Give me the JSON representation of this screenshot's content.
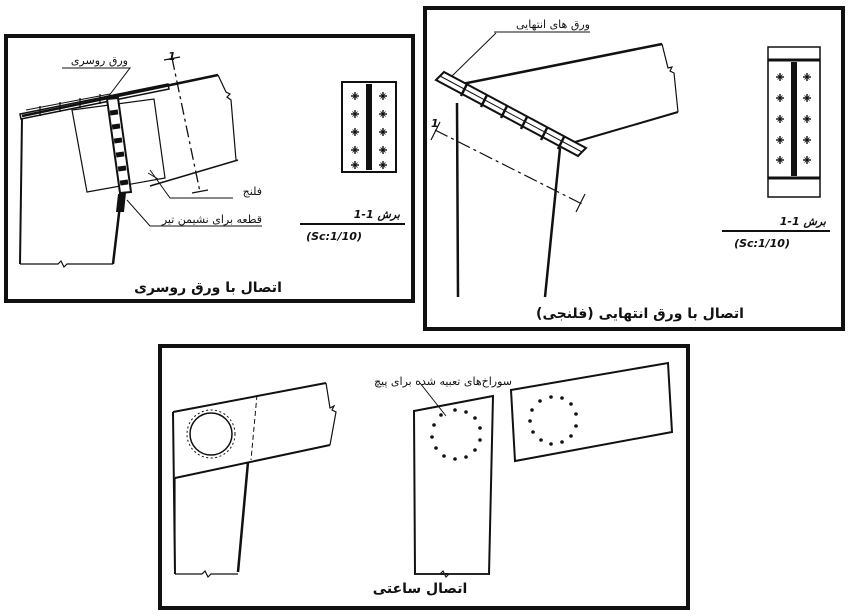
{
  "panels": {
    "cover_plate": {
      "title": "اتصال با ورق روسری",
      "label_plate": "ورق روسری",
      "label_flange": "فلنج",
      "label_seat": "قطعه برای نشیمن تیر",
      "section_label": "برش 1-1",
      "scale": "(Sc:1/10)",
      "section_mark": "1"
    },
    "end_plate": {
      "title": "اتصال با ورق انتهایی (فلنجی)",
      "label_plate": "ورق های انتهایی",
      "section_label": "برش 1-1",
      "scale": "(Sc:1/10)",
      "section_mark": "1"
    },
    "clock_joint": {
      "title": "اتصال ساعتی",
      "label_holes": "سوراخ‌های تعبیه شده برای پیچ"
    }
  }
}
